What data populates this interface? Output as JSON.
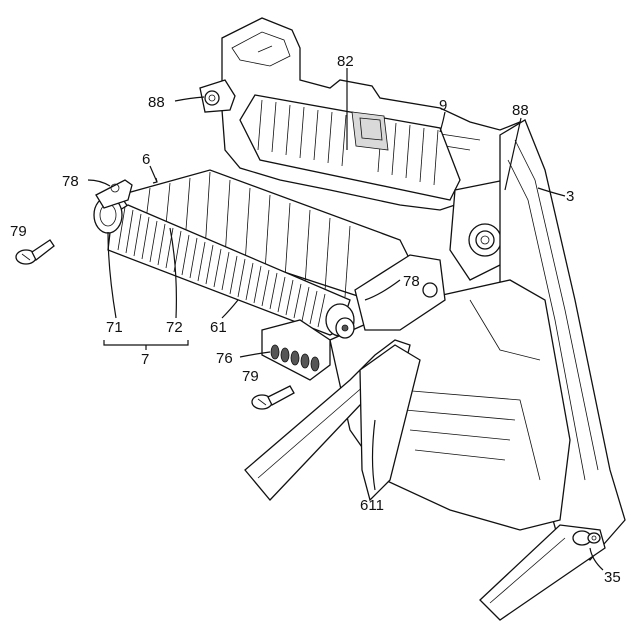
{
  "labels": [
    {
      "id": "88a",
      "text": "88"
    },
    {
      "id": "82",
      "text": "82"
    },
    {
      "id": "9",
      "text": "9"
    },
    {
      "id": "88b",
      "text": "88"
    },
    {
      "id": "3",
      "text": "3"
    },
    {
      "id": "6",
      "text": "6"
    },
    {
      "id": "78a",
      "text": "78"
    },
    {
      "id": "79a",
      "text": "79"
    },
    {
      "id": "78b",
      "text": "78"
    },
    {
      "id": "71",
      "text": "71"
    },
    {
      "id": "72",
      "text": "72"
    },
    {
      "id": "61",
      "text": "61"
    },
    {
      "id": "7",
      "text": "7"
    },
    {
      "id": "76",
      "text": "76"
    },
    {
      "id": "79b",
      "text": "79"
    },
    {
      "id": "611",
      "text": "611"
    },
    {
      "id": "35",
      "text": "35"
    }
  ]
}
